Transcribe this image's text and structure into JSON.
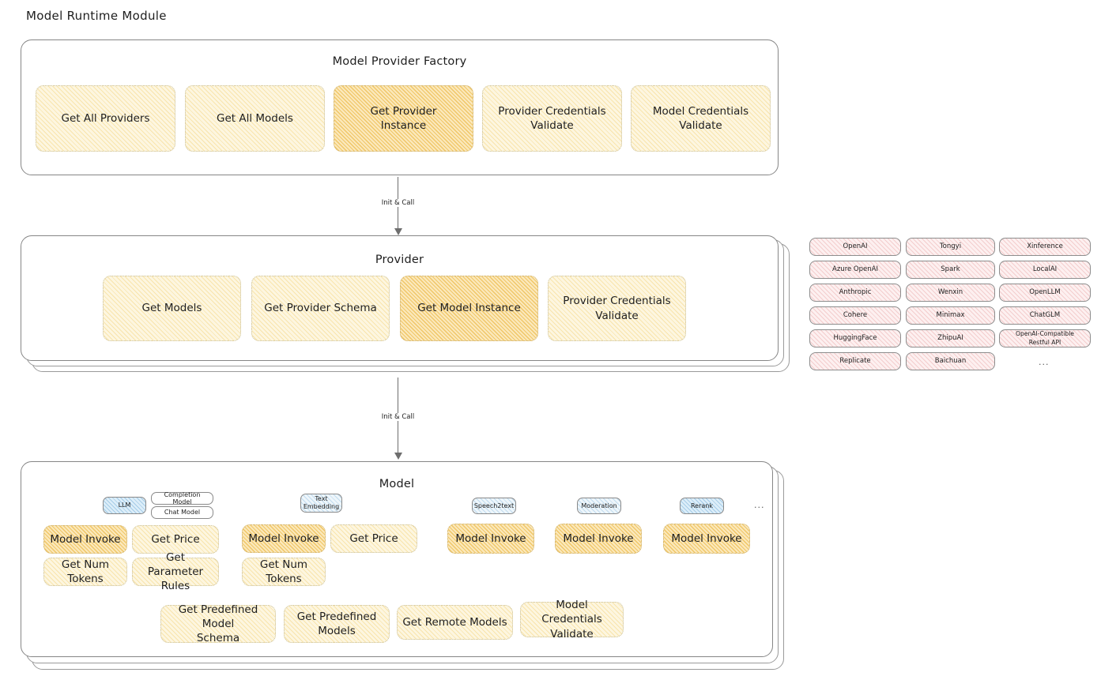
{
  "heading": "Model Runtime Module",
  "colors": {
    "amber_light": "#fdf6e0",
    "amber_strong": "#fbe8bb",
    "rose": "#fdf0f0",
    "blue": "#eef6fb",
    "stroke": "#868686",
    "text": "#1e1e1e"
  },
  "factory": {
    "title": "Model Provider Factory",
    "nodes": [
      {
        "label": "Get All Providers",
        "highlight": false
      },
      {
        "label": "Get All Models",
        "highlight": false
      },
      {
        "label": "Get Provider\nInstance",
        "highlight": true
      },
      {
        "label": "Provider Credentials\nValidate",
        "highlight": false
      },
      {
        "label": "Model Credentials\nValidate",
        "highlight": false
      }
    ]
  },
  "connector_1": {
    "label": "Init & Call"
  },
  "provider": {
    "title": "Provider",
    "nodes": [
      {
        "label": "Get Models",
        "highlight": false
      },
      {
        "label": "Get Provider Schema",
        "highlight": false
      },
      {
        "label": "Get Model Instance",
        "highlight": true
      },
      {
        "label": "Provider Credentials\nValidate",
        "highlight": false
      }
    ]
  },
  "connector_2": {
    "label": "Init & Call"
  },
  "provider_list": {
    "ellipsis": "...",
    "columns": [
      {
        "items": [
          "OpenAI",
          "Azure OpenAI",
          "Anthropic",
          "Cohere",
          "HuggingFace",
          "Replicate"
        ]
      },
      {
        "items": [
          "Tongyi",
          "Spark",
          "Wenxin",
          "Minimax",
          "ZhipuAI",
          "Baichuan"
        ]
      },
      {
        "items": [
          "Xinference",
          "LocalAI",
          "OpenLLM",
          "ChatGLM",
          "OpenAI-Compatible Restful API"
        ]
      }
    ]
  },
  "model": {
    "title": "Model",
    "ellipsis": "...",
    "types": [
      {
        "tag": "LLM",
        "tag_highlight": true,
        "subtags": [
          "Completion Model",
          "Chat Model"
        ],
        "methods": [
          "Model Invoke",
          "Get Price",
          "Get Num Tokens",
          "Get Parameter\nRules"
        ],
        "highlight_method": "Model Invoke"
      },
      {
        "tag": "Text\nEmbedding",
        "tag_highlight": false,
        "subtags": [],
        "methods": [
          "Model Invoke",
          "Get Price",
          "Get Num Tokens"
        ],
        "highlight_method": "Model Invoke"
      },
      {
        "tag": "Speech2text",
        "tag_highlight": false,
        "subtags": [],
        "methods": [
          "Model Invoke"
        ],
        "highlight_method": "Model Invoke"
      },
      {
        "tag": "Moderation",
        "tag_highlight": false,
        "subtags": [],
        "methods": [
          "Model Invoke"
        ],
        "highlight_method": "Model Invoke"
      },
      {
        "tag": "Rerank",
        "tag_highlight": true,
        "subtags": [],
        "methods": [
          "Model Invoke"
        ],
        "highlight_method": "Model Invoke"
      }
    ],
    "shared_methods": [
      "Get Predefined Model\nSchema",
      "Get Predefined\nModels",
      "Get Remote Models",
      "Model Credentials\nValidate"
    ]
  }
}
